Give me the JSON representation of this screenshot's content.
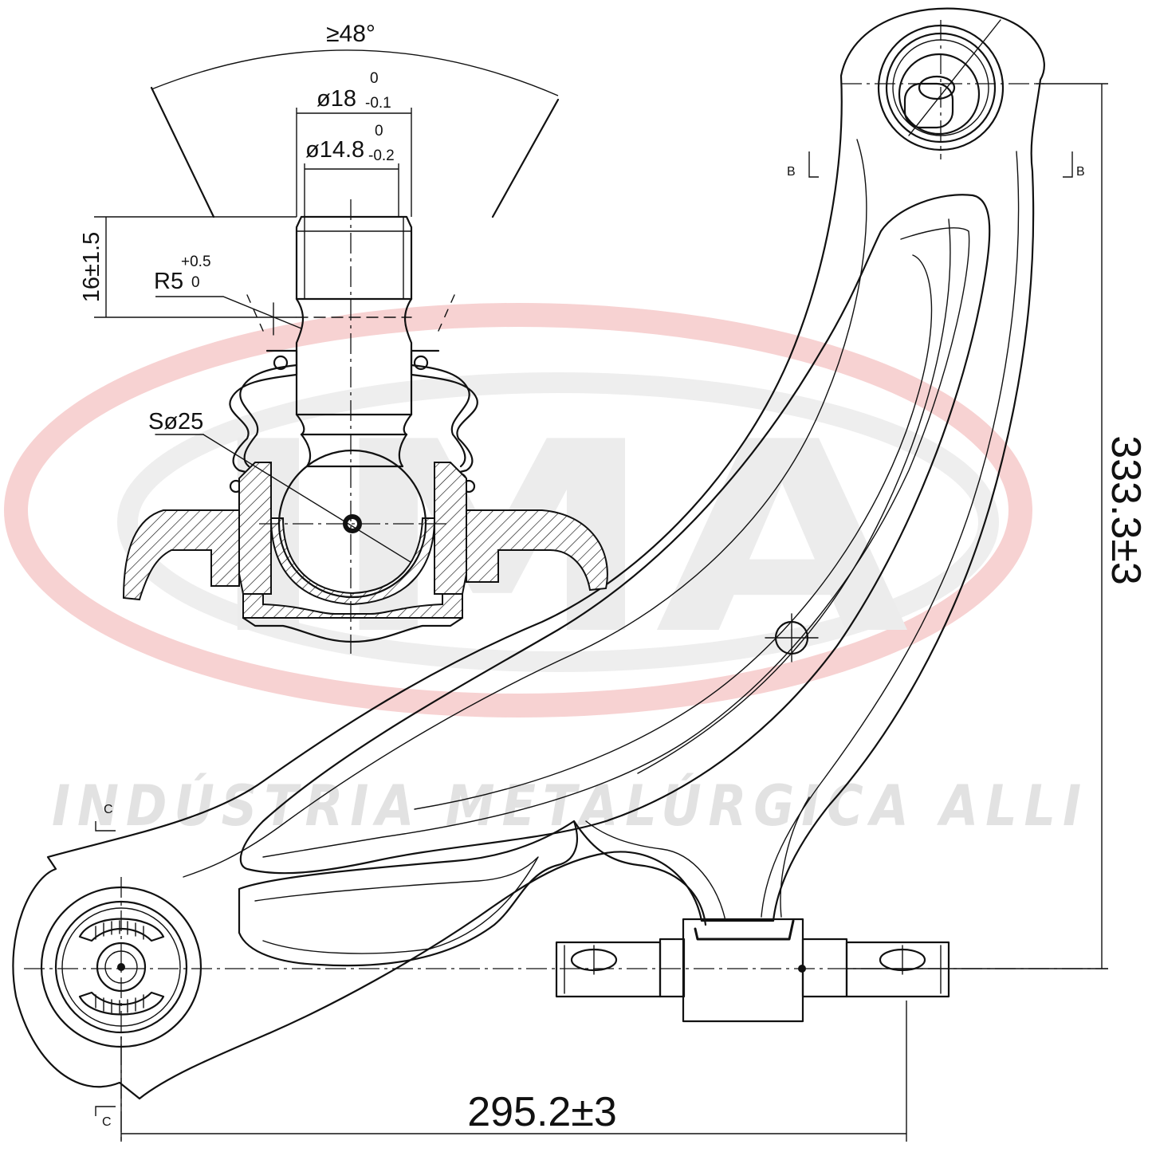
{
  "watermark": {
    "logo_letters": "IMA",
    "company_name": "INDÚSTRIA METALÚRGICA ALLI",
    "ring_color": "#f6c9c9"
  },
  "dimensions": {
    "ball_stud_angle": "≥48°",
    "stud_diameter": "ø18",
    "stud_diameter_tol_upper": "0",
    "stud_diameter_tol_lower": "-0.1",
    "taper_diameter": "ø14.8",
    "taper_diameter_tol_upper": "0",
    "taper_diameter_tol_lower": "-0.2",
    "taper_length": "16±1.5",
    "fillet_radius": "R5",
    "fillet_radius_tol_upper": "+0.5",
    "fillet_radius_tol_lower": "0",
    "ball_diameter": "Sø25",
    "overall_height": "333.3±3",
    "overall_width": "295.2±3"
  },
  "section_markers": {
    "b_left": "B",
    "b_right": "B",
    "c_top": "C",
    "c_bottom": "C"
  },
  "line_color": "#111111"
}
